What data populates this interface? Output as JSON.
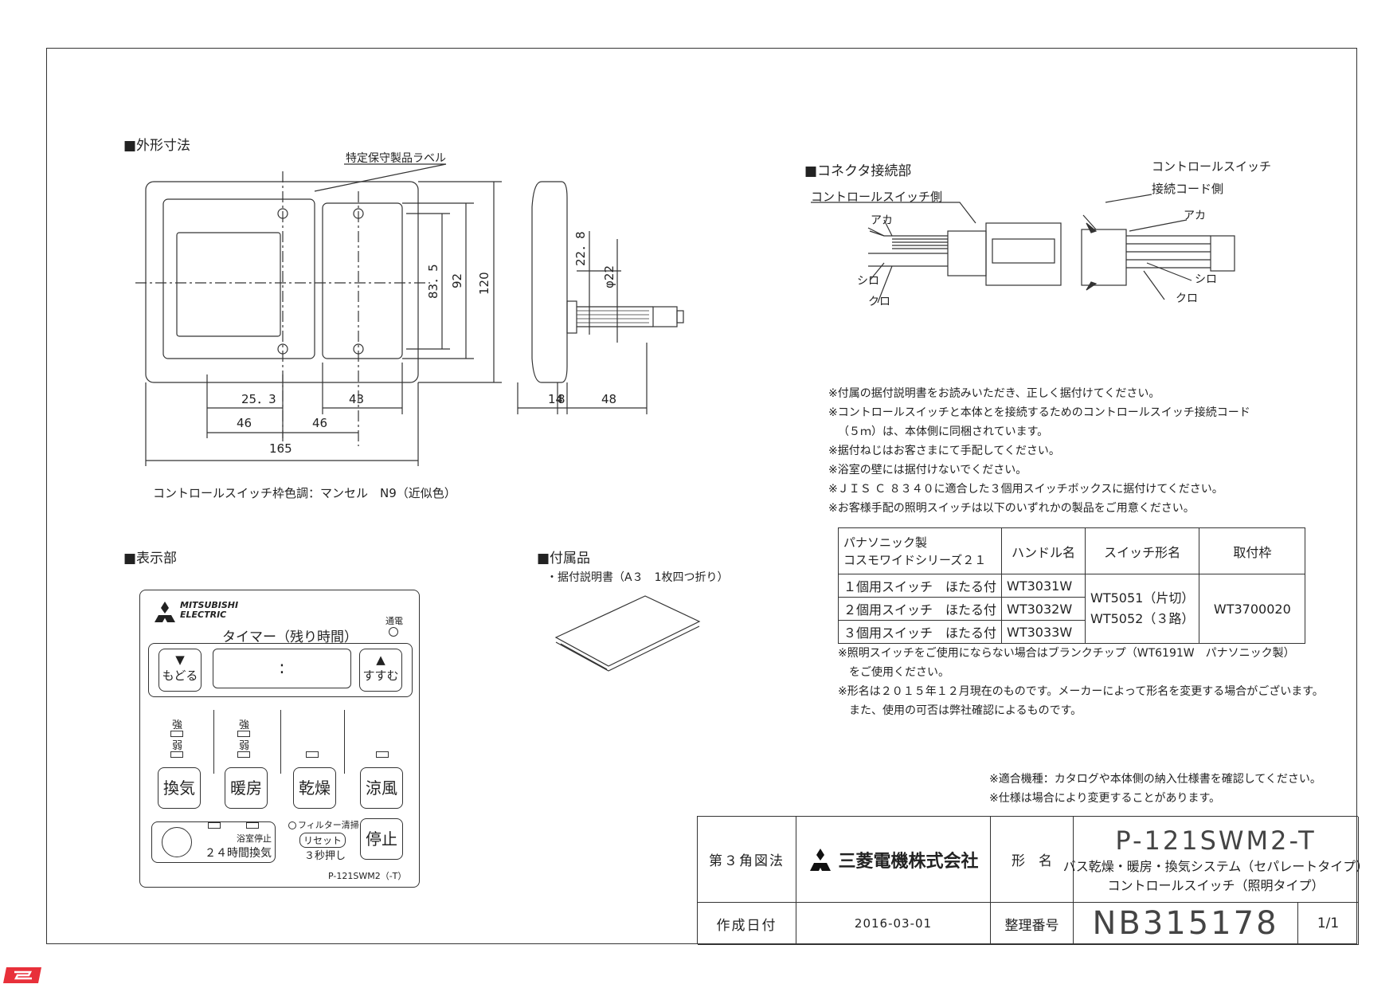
{
  "sections": {
    "outline": "■外形寸法",
    "display": "■表示部",
    "accessory": "■付属品",
    "connector": "■コネクタ接続部"
  },
  "outline": {
    "label_callout": "特定保守製品ラベル",
    "frame_color": "コントロールスイッチ枠色調：マンセル　N9（近似色）",
    "dims": {
      "d165": "165",
      "d46a": "46",
      "d46b": "46",
      "d25_3": "25．3",
      "d43": "43",
      "d83_5": "83．5",
      "d92": "92",
      "d120": "120",
      "d22_8": "22．8",
      "d22phi": "φ22",
      "d14": "14",
      "d8": "8",
      "d48": "48"
    }
  },
  "panel": {
    "brand_line1": "MITSUBISHI",
    "brand_line2": "ELECTRIC",
    "timer": "タイマー（残り時間）",
    "power": "通電",
    "back": "もどる",
    "forward": "すすむ",
    "display_value": ":",
    "strong": "強",
    "weak": "弱",
    "btn_ventilation": "換気",
    "btn_heating": "暖房",
    "btn_drying": "乾燥",
    "btn_cooling": "涼風",
    "bath_stop": "浴室停止",
    "ventilation_24h": "２４時間換気",
    "filter_clean": "フィルター清掃",
    "reset": "リセット",
    "hold_3s": "３秒押し",
    "btn_stop": "停止",
    "model": "P-121SWM2（-T）"
  },
  "accessory": {
    "item": "・据付説明書（A３　1枚四つ折り）"
  },
  "connector": {
    "switch_side": "コントロールスイッチ側",
    "cord_side_1": "コントロールスイッチ",
    "cord_side_2": "接続コード側",
    "red": "アカ",
    "white": "シロ",
    "black": "クロ"
  },
  "notes": [
    "※付属の据付説明書をお読みいただき、正しく据付けてください。",
    "※コントロールスイッチと本体とを接続するためのコントロールスイッチ接続コード",
    "（５ｍ）は、本体側に同梱されています。",
    "※据付ねじはお客さまにて手配してください。",
    "※浴室の壁には据付けないでください。",
    "※ＪＩＳ Ｃ ８３４０に適合した３個用スイッチボックスに据付けてください。",
    "※お客様手配の照明スイッチは以下のいずれかの製品をご用意ください。"
  ],
  "switch_table": {
    "headers": [
      "パナソニック製\nコスモワイドシリーズ２１",
      "ハンドル名",
      "スイッチ形名",
      "取付枠"
    ],
    "rows": [
      [
        "１個用スイッチ　ほたる付",
        "WT3031W"
      ],
      [
        "２個用スイッチ　ほたる付",
        "WT3032W"
      ],
      [
        "３個用スイッチ　ほたる付",
        "WT3033W"
      ]
    ],
    "switch_model_1": "WT5051（片切）",
    "switch_model_2": "WT5052（３路）",
    "frame": "WT3700020"
  },
  "notes_after": [
    "※照明スイッチをご使用にならない場合はブランクチップ（WT6191W　パナソニック製）",
    "　をご使用ください。",
    "※形名は２０１５年１２月現在のものです。メーカーによって形名を変更する場合がございます。",
    "　また、使用の可否は弊社確認によるものです。"
  ],
  "notes_bottom": [
    "※適合機種：カタログや本体側の納入仕様書を確認してください。",
    "※仕様は場合により変更することがあります。"
  ],
  "title_block": {
    "projection": "第３角図法",
    "company": "三菱電機株式会社",
    "model_label": "形　名",
    "model": "P-121SWM2-T",
    "desc1": "バス乾燥・暖房・換気システム（セパレートタイプ）",
    "desc2": "コントロールスイッチ（照明タイプ）",
    "date_label": "作成日付",
    "date": "2016-03-01",
    "number_label": "整理番号",
    "number": "NB315178",
    "page": "1/1"
  }
}
